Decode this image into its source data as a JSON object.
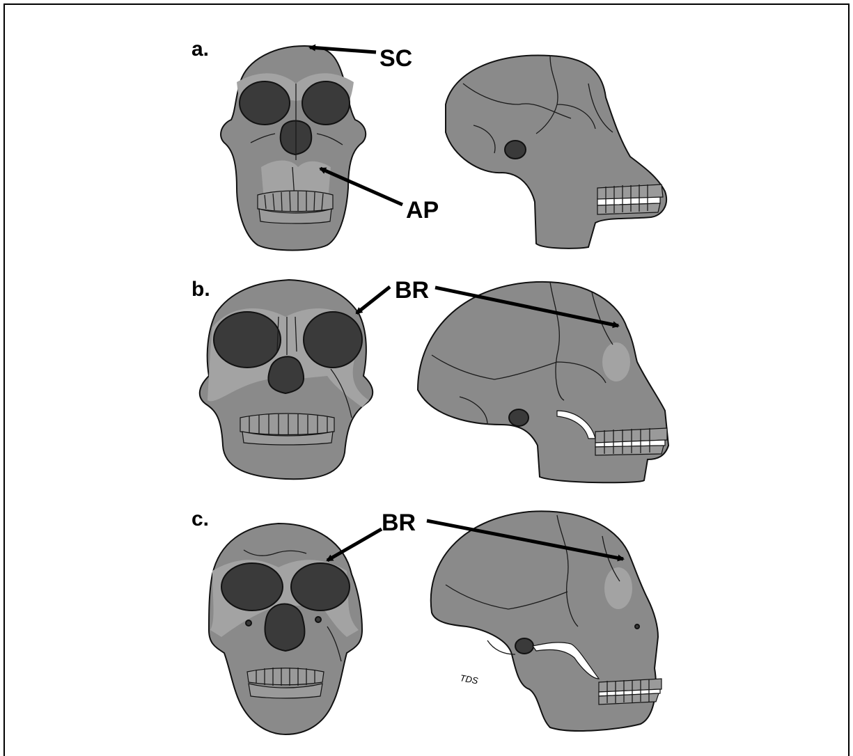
{
  "panels": [
    {
      "label": "a.",
      "annotations": [
        "SC",
        "AP"
      ]
    },
    {
      "label": "b.",
      "annotations": [
        "BR"
      ]
    },
    {
      "label": "c.",
      "annotations": [
        "BR"
      ]
    }
  ],
  "signature": "TDS",
  "colors": {
    "bone": "#8a8a8a",
    "highlight": "#a3a3a3",
    "cavity": "#3a3a3a",
    "outline": "#111111"
  }
}
